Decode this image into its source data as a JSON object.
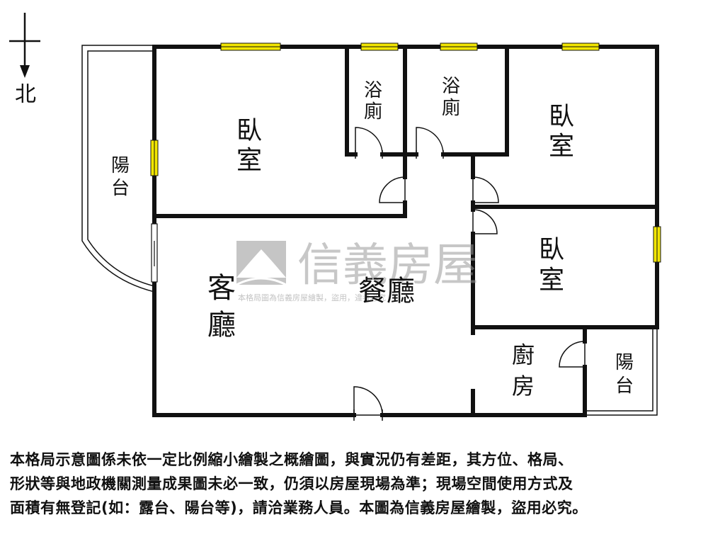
{
  "compass": {
    "label": "北"
  },
  "rooms": {
    "bedroom_nw": [
      "臥",
      "室"
    ],
    "bath_1": [
      "浴",
      "廁"
    ],
    "bath_2": [
      "浴",
      "廁"
    ],
    "bedroom_ne": [
      "臥",
      "室"
    ],
    "balcony_w": [
      "陽",
      "台"
    ],
    "bedroom_e": [
      "臥",
      "室"
    ],
    "living": [
      "客",
      "廳"
    ],
    "dining": "餐廳",
    "kitchen": [
      "廚",
      "房"
    ],
    "balcony_se": [
      "陽",
      "台"
    ]
  },
  "watermark": {
    "brand": "信義房屋",
    "notice": "本格局圖為信義房屋繪製，盜用，違者必究"
  },
  "disclaimer": {
    "line1": "本格局示意圖係未依一定比例縮小繪製之概繪圖，與實況仍有差距，其方位、格局、",
    "line2": "形狀等與地政機關測量成果圖未必一致，仍須以房屋現場為準；現場空間使用方式及",
    "line3": "面積有無登記(如：露台、陽台等)，請洽業務人員。本圖為信義房屋繪製，盜用必究。"
  },
  "colors": {
    "wall": "#111111",
    "window": "#f2e600",
    "watermark": "#9a9a9a"
  }
}
